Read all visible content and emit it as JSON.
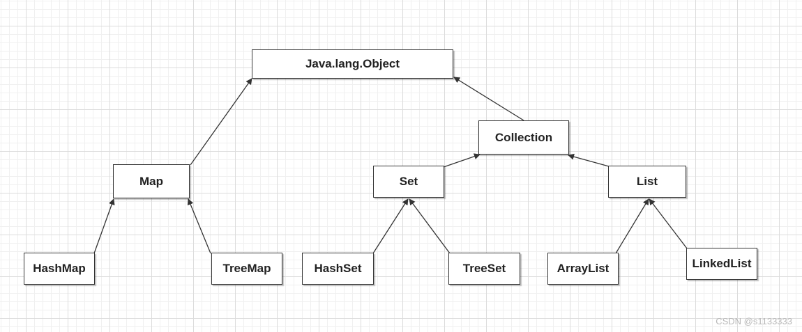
{
  "diagram": {
    "nodes": {
      "object": "Java.lang.Object",
      "collection": "Collection",
      "map": "Map",
      "set": "Set",
      "list": "List",
      "hashmap": "HashMap",
      "treemap": "TreeMap",
      "hashset": "HashSet",
      "treeset": "TreeSet",
      "arraylist": "ArrayList",
      "linkedlist": "LinkedList"
    },
    "edges": [
      {
        "from": "map",
        "to": "object"
      },
      {
        "from": "collection",
        "to": "object"
      },
      {
        "from": "set",
        "to": "collection"
      },
      {
        "from": "list",
        "to": "collection"
      },
      {
        "from": "hashmap",
        "to": "map"
      },
      {
        "from": "treemap",
        "to": "map"
      },
      {
        "from": "hashset",
        "to": "set"
      },
      {
        "from": "treeset",
        "to": "set"
      },
      {
        "from": "arraylist",
        "to": "list"
      },
      {
        "from": "linkedlist",
        "to": "list"
      }
    ],
    "colors": {
      "stroke": "#333333",
      "grid": "#dcdcdc",
      "background": "#ffffff"
    }
  },
  "watermark": "CSDN @s1133333"
}
